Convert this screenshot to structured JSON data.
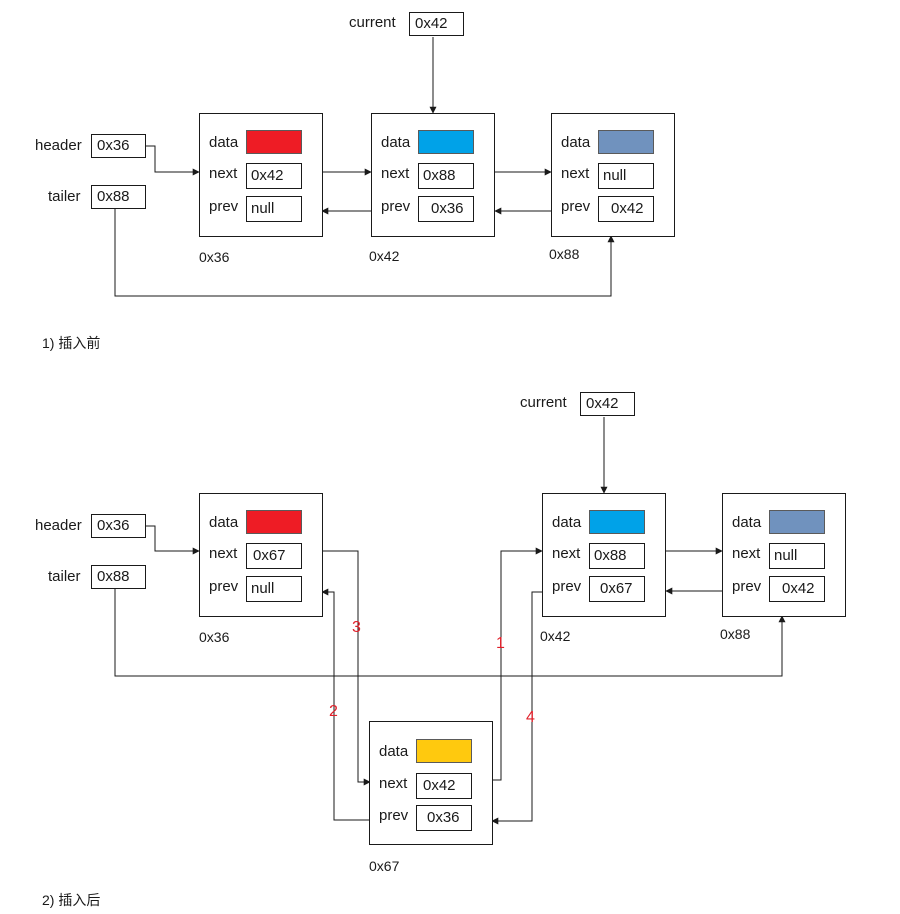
{
  "top": {
    "current": {
      "label": "current",
      "value": "0x42"
    },
    "header": {
      "label": "header",
      "value": "0x36"
    },
    "tailer": {
      "label": "tailer",
      "value": "0x88"
    },
    "nodes": [
      {
        "data_label": "data",
        "next_label": "next",
        "prev_label": "prev",
        "color": "#ee1c25",
        "next": "0x42",
        "prev": "null",
        "addr": "0x36"
      },
      {
        "data_label": "data",
        "next_label": "next",
        "prev_label": "prev",
        "color": "#00a2e8",
        "next": "0x88",
        "prev": "0x36",
        "addr": "0x42"
      },
      {
        "data_label": "data",
        "next_label": "next",
        "prev_label": "prev",
        "color": "#7092be",
        "next": "null",
        "prev": "0x42",
        "addr": "0x88"
      }
    ],
    "caption": "1) 插入前"
  },
  "bottom": {
    "current": {
      "label": "current",
      "value": "0x42"
    },
    "header": {
      "label": "header",
      "value": "0x36"
    },
    "tailer": {
      "label": "tailer",
      "value": "0x88"
    },
    "nodes": [
      {
        "data_label": "data",
        "next_label": "next",
        "prev_label": "prev",
        "color": "#ee1c25",
        "next": "0x67",
        "prev": "null",
        "addr": "0x36"
      },
      {
        "data_label": "data",
        "next_label": "next",
        "prev_label": "prev",
        "color": "#00a2e8",
        "next": "0x88",
        "prev": "0x67",
        "addr": "0x42"
      },
      {
        "data_label": "data",
        "next_label": "next",
        "prev_label": "prev",
        "color": "#7092be",
        "next": "null",
        "prev": "0x42",
        "addr": "0x88"
      },
      {
        "data_label": "data",
        "next_label": "next",
        "prev_label": "prev",
        "color": "#ffc90e",
        "next": "0x42",
        "prev": "0x36",
        "addr": "0x67"
      }
    ],
    "steps": [
      "1",
      "2",
      "3",
      "4"
    ],
    "step_color": "#e0202a",
    "caption": "2) 插入后"
  }
}
